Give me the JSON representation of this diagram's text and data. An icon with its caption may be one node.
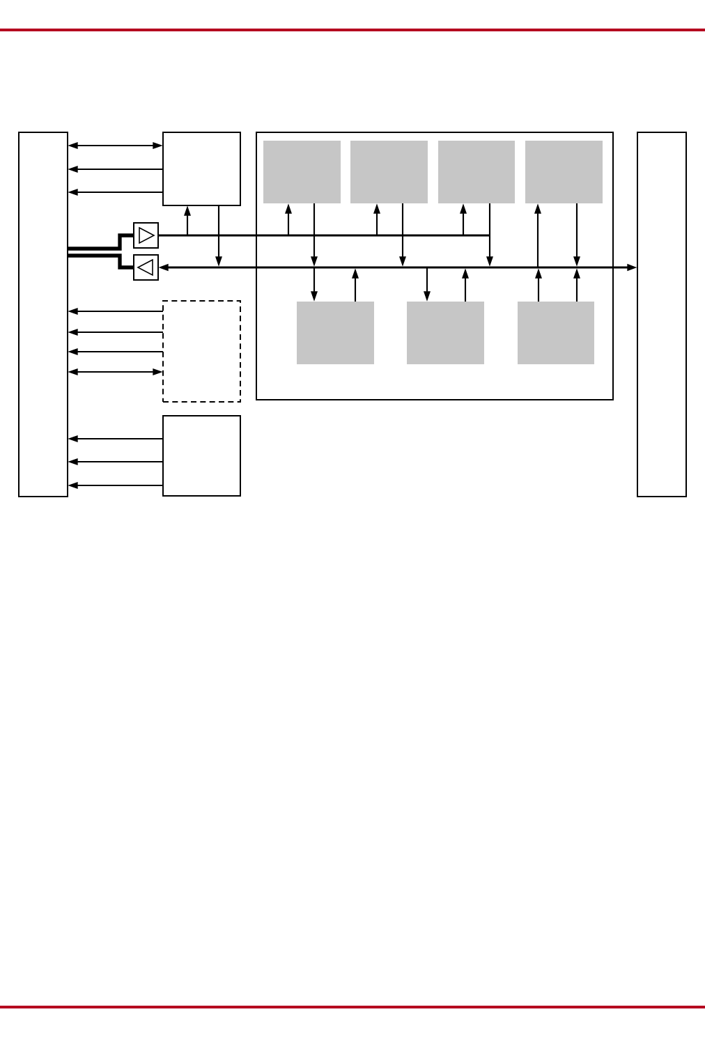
{
  "diagram": {
    "nodes": [
      {
        "text": [],
        "shape": "box"
      },
      {
        "text": [],
        "shape": "box"
      },
      {
        "text": [],
        "shape": "triangle"
      },
      {
        "text": [],
        "shape": "triangle"
      },
      {
        "text": [],
        "shape": "box"
      },
      {
        "text": [],
        "shape": "box"
      },
      {
        "text": [],
        "shape": "box"
      },
      {
        "text": [],
        "shape": "box",
        "in": 6
      },
      {
        "text": [],
        "shape": "box",
        "in": 6
      },
      {
        "text": [],
        "shape": "box",
        "in": 6
      },
      {
        "text": [],
        "shape": "box",
        "in": 6
      },
      {
        "text": [],
        "shape": "box",
        "in": 6
      },
      {
        "text": [],
        "shape": "box",
        "in": 6
      },
      {
        "text": [],
        "shape": "box",
        "in": 6
      },
      {
        "text": [],
        "shape": "box"
      }
    ],
    "edges": [
      {
        "from": 0,
        "to": 1,
        "arrow": "both"
      },
      {
        "from": 1,
        "to": 0,
        "arrow": "to"
      },
      {
        "from": 1,
        "to": 0,
        "arrow": "to"
      },
      {
        "from": 4,
        "to": 0,
        "arrow": "to"
      },
      {
        "from": 4,
        "to": 0,
        "arrow": "to"
      },
      {
        "from": 4,
        "to": 0,
        "arrow": "to"
      },
      {
        "from": 0,
        "to": 4,
        "arrow": "both"
      },
      {
        "from": 5,
        "to": 0,
        "arrow": "to"
      },
      {
        "from": 5,
        "to": 0,
        "arrow": "to"
      },
      {
        "from": 5,
        "to": 0,
        "arrow": "to"
      },
      {
        "from": 0,
        "to": 2,
        "arrow": "none",
        "style": "thick"
      },
      {
        "from": 0,
        "to": 3,
        "arrow": "none",
        "style": "thick"
      },
      {
        "from": 2,
        "to": null,
        "arrow": "none"
      },
      {
        "from": 14,
        "to": 3,
        "arrow": "both"
      },
      {
        "from": null,
        "to": 1,
        "arrow": "to"
      },
      {
        "from": 1,
        "to": null,
        "arrow": "to"
      },
      {
        "from": null,
        "to": 7,
        "arrow": "to"
      },
      {
        "from": 7,
        "to": null,
        "arrow": "to"
      },
      {
        "from": null,
        "to": 11,
        "arrow": "to"
      },
      {
        "from": null,
        "to": 8,
        "arrow": "to"
      },
      {
        "from": 8,
        "to": null,
        "arrow": "to"
      },
      {
        "from": null,
        "to": 12,
        "arrow": "to"
      },
      {
        "from": null,
        "to": 9,
        "arrow": "to"
      },
      {
        "from": 9,
        "to": null,
        "arrow": "to"
      },
      {
        "from": null,
        "to": 10,
        "arrow": "to"
      },
      {
        "from": 10,
        "to": null,
        "arrow": "to"
      },
      {
        "from": 11,
        "to": null,
        "arrow": "to"
      },
      {
        "from": 12,
        "to": null,
        "arrow": "to"
      },
      {
        "from": 13,
        "to": null,
        "arrow": "to"
      },
      {
        "from": 13,
        "to": null,
        "arrow": "to"
      }
    ]
  }
}
